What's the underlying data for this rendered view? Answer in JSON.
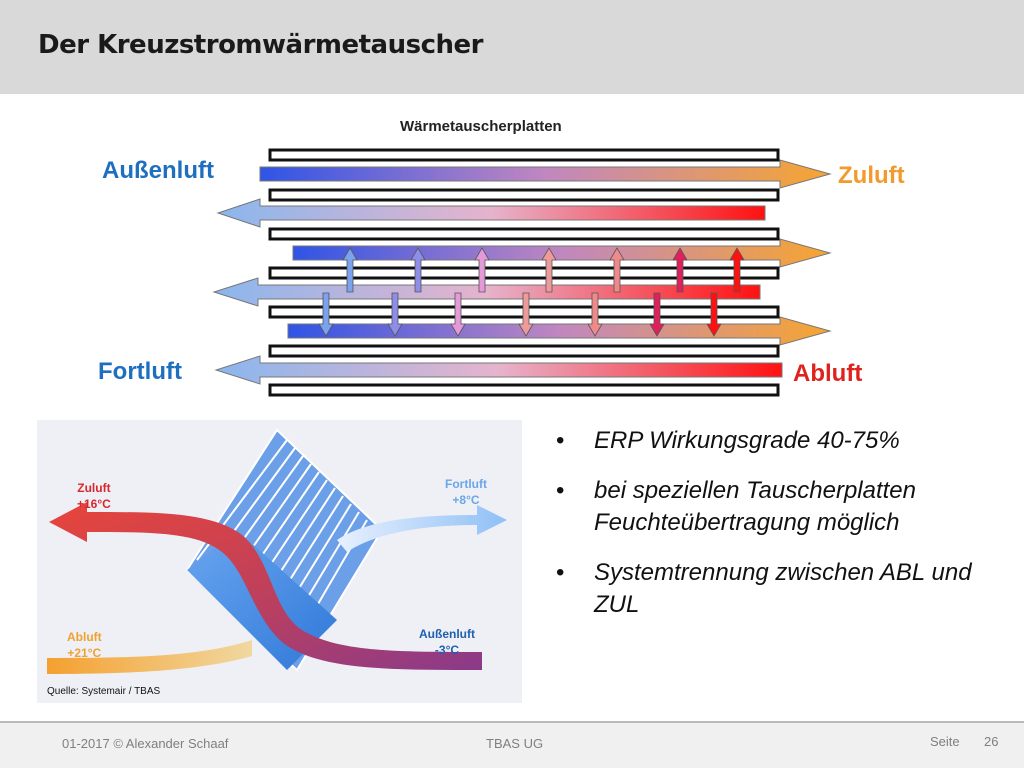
{
  "slide": {
    "title": "Der Kreuzstromwärmetauscher"
  },
  "diagram": {
    "plates_label": "Wärmetauscherplatten",
    "outside_air_label": "Außenluft",
    "supply_air_label": "Zuluft",
    "exhaust_air_label": "Fortluft",
    "extract_air_label": "Abluft",
    "colors": {
      "cold": "#2f54e6",
      "warm_orange": "#f7a530",
      "hot": "#ff1111",
      "light_blue": "#8ab6ee"
    }
  },
  "photo": {
    "supply": {
      "name": "Zuluft",
      "temp": "+16°C"
    },
    "exhaust": {
      "name": "Fortluft",
      "temp": "+8°C"
    },
    "extract": {
      "name": "Abluft",
      "temp": "+21°C"
    },
    "outside": {
      "name": "Außenluft",
      "temp": "-3°C"
    },
    "source": "Quelle: Systemair / TBAS"
  },
  "bullets": [
    "ERP Wirkungsgrade 40-75%",
    "bei speziellen Tauscherplatten Feuchteübertragung möglich",
    "Systemtrennung zwischen ABL und ZUL"
  ],
  "footer": {
    "left": "01-2017 © Alexander Schaaf",
    "center": "TBAS UG",
    "page_word": "Seite",
    "page_number": "26"
  }
}
